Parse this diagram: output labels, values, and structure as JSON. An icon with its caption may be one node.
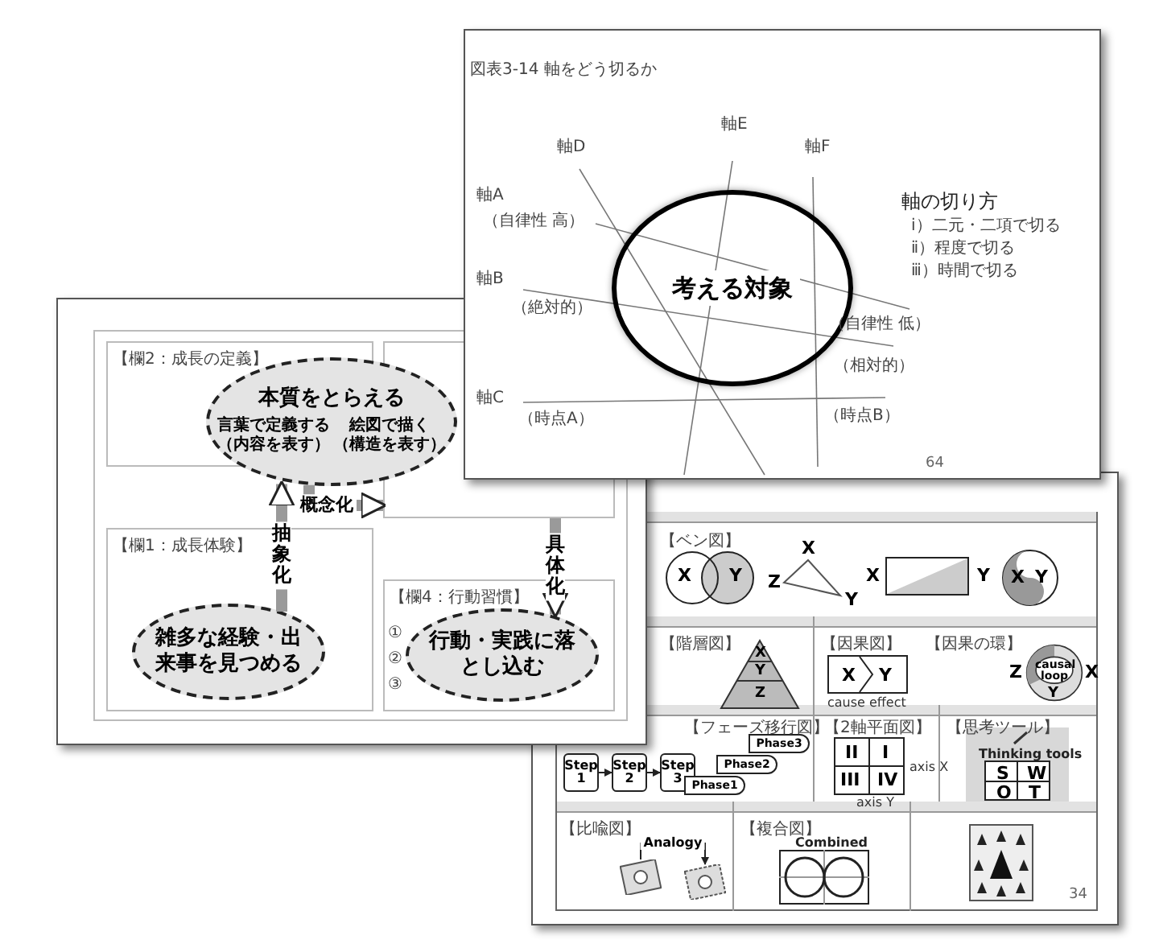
{
  "diagram": {
    "nodes": [
      {
        "text": [
          "考える対象"
        ]
      },
      {
        "text": [
          "【欄2：成長の定義】"
        ]
      },
      {
        "text": [],
        "shape": "box"
      },
      {
        "text": [
          "本質をとらえる",
          "言葉で定義する",
          "（内容を表す）",
          "絵図で描く",
          "（構造を表す）"
        ]
      },
      {
        "text": [
          "【欄1：成長体験】"
        ]
      },
      {
        "text": [
          "雑多な経験・出来事を見つめる"
        ],
        "in": 4
      },
      {
        "text": [
          "【欄4：行動習慣】"
        ]
      },
      {
        "text": [
          "行動・実践に落とし込む"
        ],
        "in": 6
      },
      {
        "text": [
          "Step 1"
        ]
      },
      {
        "text": [
          "Step 2"
        ]
      },
      {
        "text": [
          "Step 3"
        ]
      },
      {
        "text": [
          "Phase1"
        ]
      },
      {
        "text": [
          "Phase2"
        ]
      },
      {
        "text": [
          "Phase3"
        ]
      },
      {
        "text": [],
        "shape": "picture"
      },
      {
        "text": [],
        "shape": "picture"
      }
    ],
    "edges": [
      {
        "from": 5,
        "to": 3,
        "arrow": "to",
        "label": "抽象化",
        "style": "thick"
      },
      {
        "from": 3,
        "to": 2,
        "arrow": "to",
        "label": "概念化",
        "style": "thick"
      },
      {
        "from": 2,
        "to": 7,
        "arrow": "to",
        "label": "具体化",
        "style": "thick"
      },
      {
        "from": 8,
        "to": 9,
        "arrow": "to",
        "color": "#222222"
      },
      {
        "from": 9,
        "to": 10,
        "arrow": "to",
        "color": "#222222"
      },
      {
        "from": 14,
        "to": 15,
        "arrow": "to",
        "label": "Analogy",
        "color": "#222222"
      }
    ],
    "labels": [
      "図表3-14 軸をどう切るか",
      "軸A",
      "（自律性 高）",
      "（自律性 低）",
      "軸B",
      "（絶対的）",
      "（相対的）",
      "軸C",
      "（時点A）",
      "（時点B）",
      "軸D",
      "軸E",
      "軸F",
      "軸の切り方",
      "ⅰ）二元・二項で切る",
      "ⅱ）程度で切る",
      "ⅲ）時間で切る",
      "64",
      "①",
      "②",
      "③",
      "【ベン図】",
      "X",
      "Y",
      "X",
      "Y",
      "Z",
      "X",
      "Y",
      "X",
      "Y",
      "【階層図】",
      "X",
      "Y",
      "Z",
      "【因果図】",
      "X",
      "Y",
      "cause",
      "effect",
      "【因果の環】",
      "Z",
      "causal loop",
      "X",
      "Y",
      "【フェーズ移行図】",
      "【2軸平面図】",
      "II",
      "I",
      "III",
      "IV",
      "axis X",
      "axis Y",
      "【思考ツール】",
      "Thinking tools",
      "S",
      "W",
      "O",
      "T",
      "【比喩図】",
      "【複合図】",
      "Combined",
      "34"
    ]
  }
}
